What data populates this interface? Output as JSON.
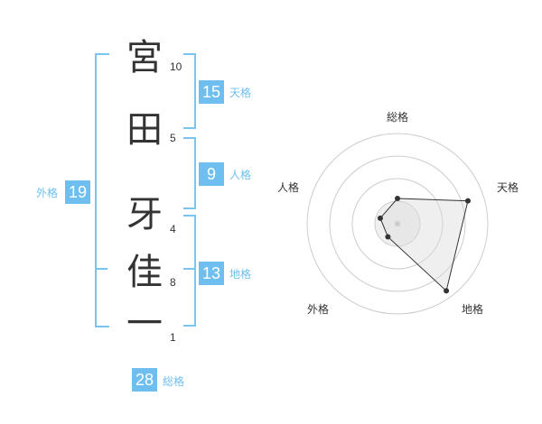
{
  "name": {
    "chars": [
      "宮",
      "田",
      "牙",
      "佳",
      "一"
    ],
    "strokes": [
      "10",
      "5",
      "4",
      "8",
      "1"
    ]
  },
  "kaku": {
    "tenkaku": {
      "value": "15",
      "label": "天格"
    },
    "jinkaku": {
      "value": "9",
      "label": "人格"
    },
    "chikaku": {
      "value": "13",
      "label": "地格"
    },
    "gaikaku": {
      "value": "19",
      "label": "外格"
    },
    "soukaku": {
      "value": "28",
      "label": "総格"
    }
  },
  "colors": {
    "accent": "#6ebff0",
    "bracket": "#7ac4f0",
    "text": "#333333"
  },
  "radar": {
    "labels": [
      "総格",
      "天格",
      "地格",
      "外格",
      "人格"
    ],
    "levels": 4,
    "scores": [
      0.28,
      0.82,
      0.92,
      0.18,
      0.2
    ]
  }
}
